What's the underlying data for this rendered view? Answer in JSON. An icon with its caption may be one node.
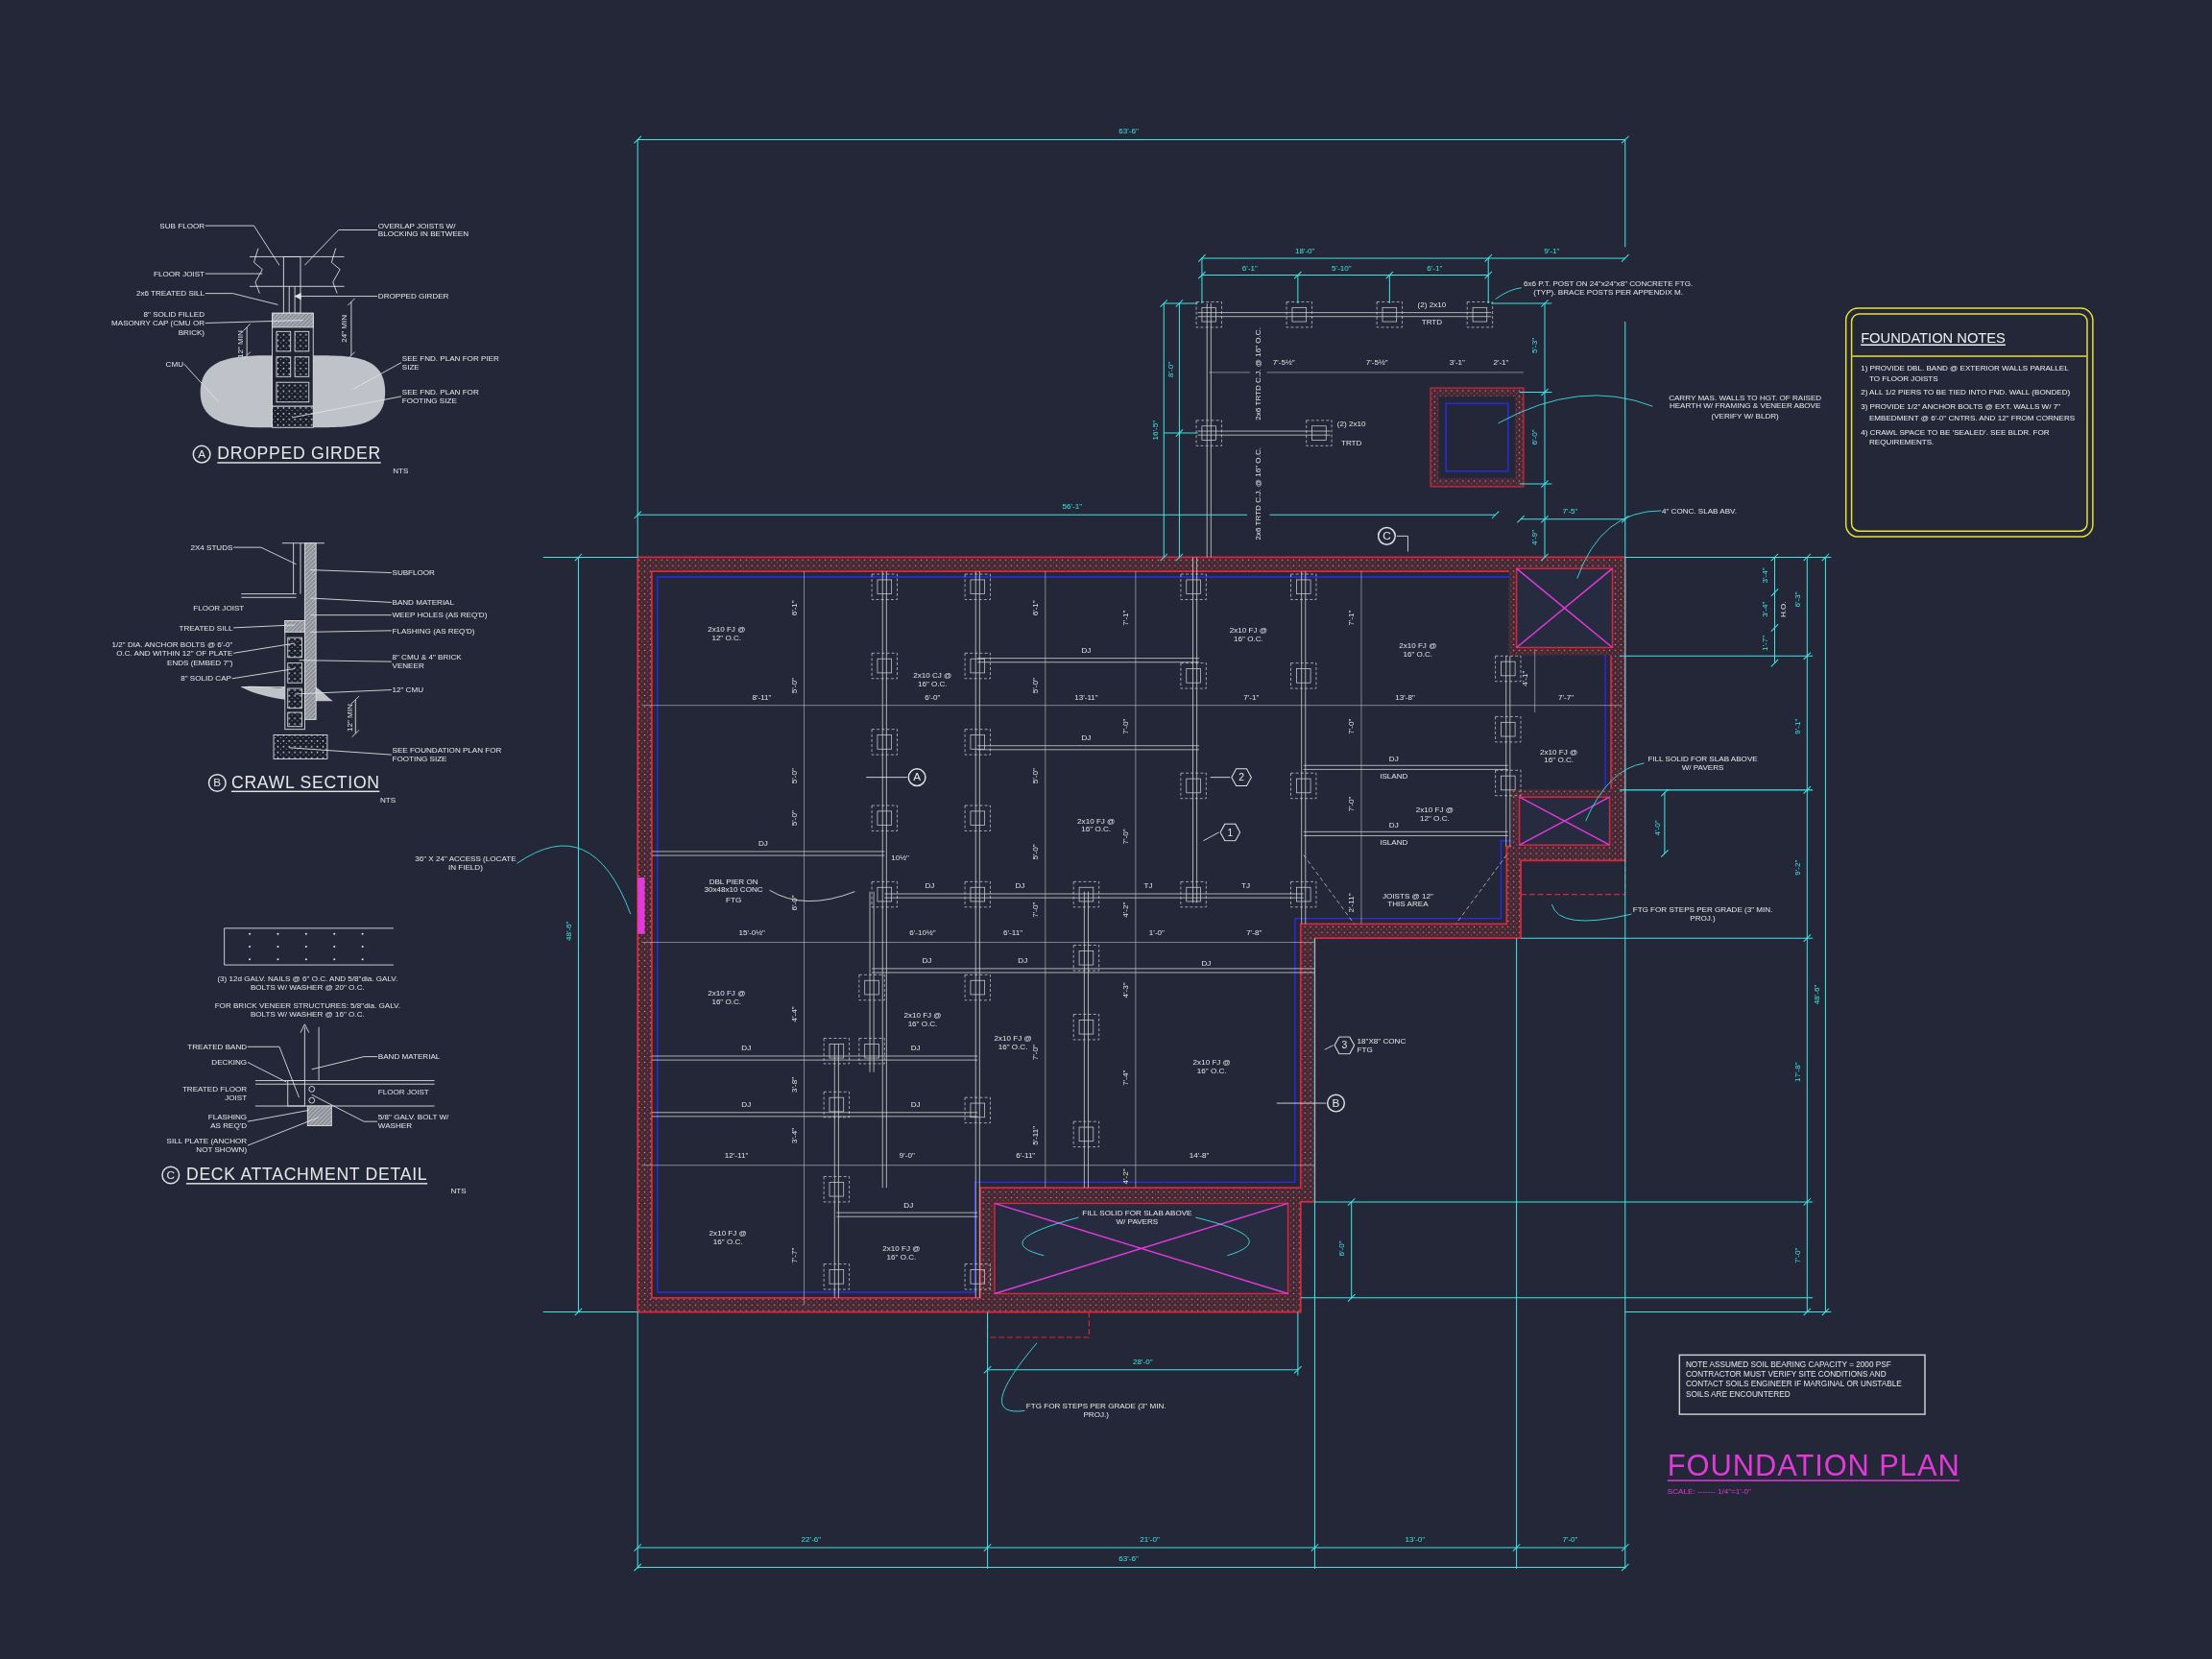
{
  "diagram": {
    "title": "FOUNDATION PLAN",
    "nodes": [
      {
        "text": [
          "SUB FLOOR"
        ]
      },
      {
        "text": [
          "OVERLAP JOISTS W/ BLOCKING IN BETWEEN"
        ]
      },
      {
        "text": [
          "FLOOR JOIST"
        ]
      },
      {
        "text": [
          "2x6 TREATED SILL"
        ]
      },
      {
        "text": [
          "8\" SOLID FILLED MASONRY CAP (CMU OR BRICK)"
        ]
      },
      {
        "text": [
          "CMU"
        ]
      },
      {
        "text": [
          "DROPPED GIRDER"
        ]
      },
      {
        "text": [
          "SEE FND. PLAN FOR PIER SIZE"
        ]
      },
      {
        "text": [
          "SEE FND. PLAN FOR FOOTING SIZE"
        ]
      },
      {
        "text": [
          "A"
        ],
        "beside": [
          "DROPPED GIRDER"
        ]
      },
      {
        "text": [
          "2X4 STUDS"
        ]
      },
      {
        "text": [
          "TREATED SILL"
        ]
      },
      {
        "text": [
          "1/2\" DIA. ANCHOR BOLTS @ 6'-0\" O.C. AND WITHIN 12\" OF PLATE ENDS (EMBED 7\")"
        ]
      },
      {
        "text": [
          "8\" SOLID CAP"
        ]
      },
      {
        "text": [
          "SUBFLOOR"
        ]
      },
      {
        "text": [
          "BAND MATERIAL"
        ]
      },
      {
        "text": [
          "WEEP HOLES (AS REQ'D)"
        ]
      },
      {
        "text": [
          "FLASHING (AS REQ'D)"
        ]
      },
      {
        "text": [
          "8\" CMU & 4\" BRICK VENEER"
        ]
      },
      {
        "text": [
          "12\" CMU"
        ]
      },
      {
        "text": [
          "SEE FOUNDATION PLAN FOR FOOTING SIZE"
        ]
      },
      {
        "text": [
          "B"
        ],
        "beside": [
          "CRAWL SECTION"
        ]
      },
      {
        "text": [
          "TREATED BAND"
        ]
      },
      {
        "text": [
          "DECKING"
        ]
      },
      {
        "text": [
          "FLASHING AS REQ'D"
        ]
      },
      {
        "text": [
          "SILL PLATE (ANCHOR NOT SHOWN)"
        ]
      },
      {
        "text": [
          "BAND MATERIAL"
        ]
      },
      {
        "text": [
          "5/8\" GALV. BOLT W/ WASHER"
        ]
      },
      {
        "text": [
          "C"
        ],
        "beside": [
          "DECK ATTACHMENT DETAIL"
        ]
      },
      {
        "text": [
          "6x6 P.T. POST ON 24\"x24\"x8\" CONCRETE FTG. (TYP). BRACE POSTS PER APPENDIX M."
        ]
      },
      {
        "text": [
          "CARRY MAS. WALLS TO HGT. OF RAISED HEARTH W/ FRAMING & VENEER ABOVE (VERIFY W/ BLDR)"
        ]
      },
      {
        "text": [
          "4\" CONC. SLAB ABV."
        ]
      },
      {
        "text": [
          "FILL SOLID FOR SLAB ABOVE W/ PAVERS"
        ]
      },
      {
        "text": [
          "FTG FOR STEPS PER GRADE (3\" MIN. PROJ.)"
        ]
      },
      {
        "text": [
          "36\" X 24\" ACCESS (LOCATE IN FIELD)"
        ]
      },
      {
        "text": [
          "DBL PIER ON 30x48x10 CONC FTG"
        ]
      },
      {
        "text": [
          "FILL SOLID FOR SLAB ABOVE W/ PAVERS"
        ]
      },
      {
        "text": [
          "FTG FOR STEPS PER GRADE (3\" MIN. PROJ.)"
        ]
      },
      {
        "text": [
          "C"
        ]
      },
      {
        "text": [
          "A"
        ]
      },
      {
        "text": [
          "2"
        ]
      },
      {
        "text": [
          "1"
        ]
      },
      {
        "text": [
          "3"
        ],
        "beside": [
          "18\"X8\" CONC FTG"
        ]
      },
      {
        "text": [
          "B"
        ]
      },
      {
        "text": [
          "FOUNDATION NOTES",
          "1) PROVIDE DBL. BAND @ EXTERIOR WALLS PARALLEL TO FLOOR JOISTS",
          "2) ALL 1/2 PIERS TO BE TIED INTO FND. WALL (BONDED)",
          "3) PROVIDE 1/2\" ANCHOR BOLTS @ EXT. WALLS W/ 7\" EMBEDMENT @ 6'-0\" CNTRS. AND 12\" FROM CORNERS",
          "4) CRAWL SPACE TO BE 'SEALED'. SEE BLDR. FOR REQUIREMENTS."
        ]
      },
      {
        "text": [
          "NOTE ASSUMED SOIL BEARING CAPACITY = 2000 PSF CONTRACTOR MUST VERIFY SITE CONDITIONS AND CONTACT SOILS ENGINEER IF MARGINAL OR UNSTABLE SOILS ARE ENCOUNTERED"
        ]
      },
      {
        "text": [],
        "shape": "picture"
      },
      {
        "text": [],
        "shape": "picture"
      },
      {
        "text": [],
        "shape": "picture"
      }
    ],
    "edges": [
      {
        "from": 0,
        "to": 46,
        "arrow": "none"
      },
      {
        "from": 1,
        "to": 46,
        "arrow": "none"
      },
      {
        "from": 2,
        "to": 46,
        "arrow": "none"
      },
      {
        "from": 3,
        "to": 46,
        "arrow": "none"
      },
      {
        "from": 4,
        "to": 46,
        "arrow": "none"
      },
      {
        "from": 5,
        "to": 46,
        "arrow": "none"
      },
      {
        "from": 6,
        "to": 46,
        "arrow": "to"
      },
      {
        "from": 7,
        "to": 46,
        "arrow": "none"
      },
      {
        "from": 8,
        "to": 46,
        "arrow": "none"
      },
      {
        "from": 10,
        "to": 47,
        "arrow": "none"
      },
      {
        "from": 11,
        "to": 47,
        "arrow": "none"
      },
      {
        "from": 12,
        "to": 47,
        "arrow": "none"
      },
      {
        "from": 13,
        "to": 47,
        "arrow": "none"
      },
      {
        "from": 14,
        "to": 47,
        "arrow": "none"
      },
      {
        "from": 15,
        "to": 47,
        "arrow": "none"
      },
      {
        "from": 16,
        "to": 47,
        "arrow": "none"
      },
      {
        "from": 17,
        "to": 47,
        "arrow": "none"
      },
      {
        "from": 18,
        "to": 47,
        "arrow": "none"
      },
      {
        "from": 19,
        "to": 47,
        "arrow": "none"
      },
      {
        "from": 20,
        "to": 47,
        "arrow": "none"
      },
      {
        "from": 22,
        "to": 48,
        "arrow": "none"
      },
      {
        "from": 23,
        "to": 48,
        "arrow": "none"
      },
      {
        "from": 24,
        "to": 48,
        "arrow": "none"
      },
      {
        "from": 25,
        "to": 48,
        "arrow": "none"
      },
      {
        "from": 26,
        "to": 48,
        "arrow": "none"
      },
      {
        "from": 27,
        "to": 48,
        "arrow": "none"
      },
      {
        "from": 29,
        "to": null,
        "arrow": "none",
        "color": "#3ee6e6"
      },
      {
        "from": 30,
        "to": null,
        "arrow": "none",
        "color": "#3ee6e6"
      },
      {
        "from": 31,
        "to": null,
        "arrow": "none",
        "color": "#3ee6e6"
      },
      {
        "from": 32,
        "to": null,
        "arrow": "none",
        "color": "#3ee6e6"
      },
      {
        "from": 33,
        "to": null,
        "arrow": "none",
        "color": "#3ee6e6"
      },
      {
        "from": 34,
        "to": null,
        "arrow": "none",
        "color": "#3ee6e6"
      },
      {
        "from": 35,
        "to": null,
        "arrow": "none"
      },
      {
        "from": 36,
        "to": null,
        "arrow": "none",
        "color": "#3ee6e6"
      },
      {
        "from": 36,
        "to": null,
        "arrow": "none",
        "color": "#3ee6e6"
      },
      {
        "from": 37,
        "to": null,
        "arrow": "none",
        "color": "#3ee6e6"
      },
      {
        "from": 38,
        "to": null,
        "arrow": "none"
      },
      {
        "from": 39,
        "to": null,
        "arrow": "none"
      },
      {
        "from": 40,
        "to": null,
        "arrow": "none"
      },
      {
        "from": 41,
        "to": null,
        "arrow": "none"
      },
      {
        "from": 42,
        "to": null,
        "arrow": "none"
      },
      {
        "from": 43,
        "to": null,
        "arrow": "none"
      }
    ],
    "labels": [
      "63'-6\"",
      "18'-0\"",
      "9'-1\"",
      "6'-1\"",
      "5'-10\"",
      "6'-1\"",
      "(2) 2x10",
      "24\" MIN",
      "TRTD",
      "12\" MIN",
      "5'-3\"",
      "8'-0\"",
      "2x6 TRTD C.J. @ 16\" O.C.",
      "7'-5½\"",
      "7'-5½\"",
      "3'-1\"",
      "2'-1\"",
      "16'-5\"",
      "(2) 2x10",
      "TRTD",
      "6'-0\"",
      "NTS",
      "2x6 TRTD C.J. @ 16\" O.C.",
      "56'-1\"",
      "7'-5\"",
      "4'-9\"",
      "3'-4\"",
      "FLOOR JOIST",
      "6'-1\"",
      "6'-1\"",
      "7'-1\"",
      "7'-1\"",
      "3'-4\"",
      "H.O.",
      "6'-3\"",
      "2x10 FJ @ 12\" O.C.",
      "DJ",
      "2x10 FJ @ 16\" O.C.",
      "2x10 FJ @ 16\" O.C.",
      "1'-7\"",
      "5'-0\"",
      "2x10 CJ @ 16\" O.C.",
      "5'-0\"",
      "4'-1\"",
      "8'-11\"",
      "6'-0\"",
      "13'-11\"",
      "7'-1\"",
      "13'-8\"",
      "7'-7\"",
      "12\" MIN.",
      "7'-0\"",
      "7'-0\"",
      "9'-1\"",
      "DJ",
      "DJ",
      "2x10 FJ @ 16\" O.C.",
      "5'-0\"",
      "5'-0\"",
      "ISLAND",
      "NTS",
      "7'-0\"",
      "DJ",
      "5'-0\"",
      "10½\"",
      "5'-0\"",
      "2x10 FJ @ 16\" O.C.",
      "7'-0\"",
      "DJ",
      "ISLAND",
      "2x10 FJ @ 12\" O.C.",
      "4'-0\"",
      "9'-2\"",
      "DJ",
      "DJ",
      "TJ",
      "TJ",
      "6'-0\"",
      "7'-0\"",
      "4'-2\"",
      "2'-11\"",
      "JOISTS @ 12\" THIS AREA",
      "48'-6\"",
      "15'-0½\"",
      "6'-10½\"",
      "6'-11\"",
      "1'-0\"",
      "7'-8\"",
      "DJ",
      "DJ",
      "DJ",
      "(3) 12d GALV. NAILS @ 6\" O.C. AND 5/8\"dia. GALV. BOLTS W/ WASHER @ 20\" O.C.",
      "2x10 FJ @ 16\" O.C.",
      "4'-3\"",
      "48'-6\"",
      "FOR BRICK VENEER STRUCTURES: 5/8\"dia. GALV. BOLTS W/ WASHER @ 16\" O.C.",
      "4'-4\"",
      "2x10 FJ @ 16\" O.C.",
      "DJ",
      "DJ",
      "2x10 FJ @ 16\" O.C.",
      "7'-0\"",
      "TREATED FLOOR JOIST",
      "FLOOR JOIST",
      "3'-8\"",
      "7'-4\"",
      "2x10 FJ @ 16\" O.C.",
      "17'-8\"",
      "DJ",
      "DJ",
      "3'-4\"",
      "5'-11\"",
      "12'-11\"",
      "9'-0\"",
      "6'-11\"",
      "14'-8\"",
      "4'-2\"",
      "NTS",
      "DJ",
      "2x10 FJ @ 16\" O.C.",
      "7'-7\"",
      "2x10 FJ @ 16\" O.C.",
      "6'-0\"",
      "7'-0\"",
      "28'-0\"",
      "SCALE: ------- 1/4\"=1'-0\"",
      "22'-6\"",
      "21'-0\"",
      "13'-0\"",
      "7'-0\"",
      "63'-6\""
    ]
  }
}
